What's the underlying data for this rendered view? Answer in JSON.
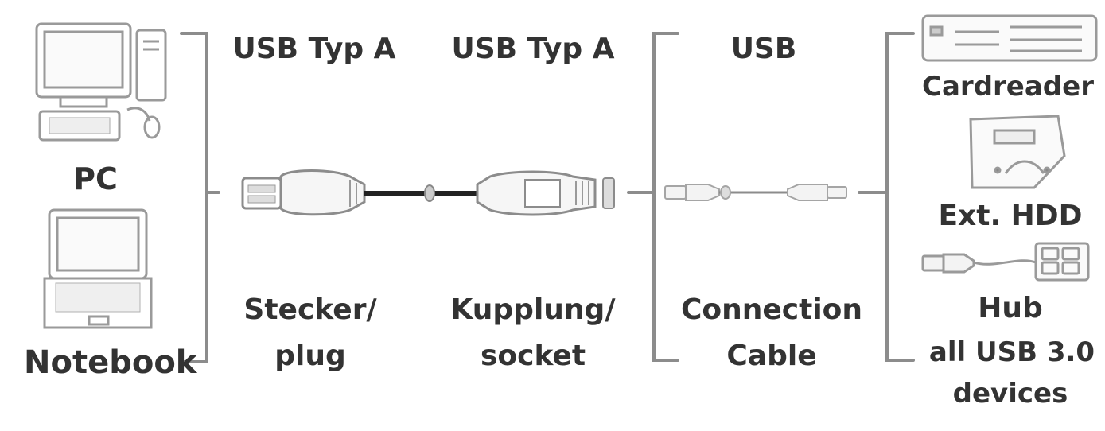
{
  "sources": {
    "pc": "PC",
    "notebook": "Notebook"
  },
  "plug": {
    "header": "USB Typ A",
    "line1": "Stecker/",
    "line2": "plug"
  },
  "socket": {
    "header": "USB Typ A",
    "line1": "Kupplung/",
    "line2": "socket"
  },
  "cable": {
    "header": "USB",
    "line1": "Connection",
    "line2": "Cable"
  },
  "devices": {
    "cardreader": "Cardreader",
    "hdd": "Ext. HDD",
    "hub": "Hub",
    "all_line1": "all USB 3.0",
    "all_line2": "devices"
  },
  "colors": {
    "ink": "#3a3a3a",
    "bracket": "#8c8c8c",
    "icon_stroke": "#9a9a9a"
  }
}
